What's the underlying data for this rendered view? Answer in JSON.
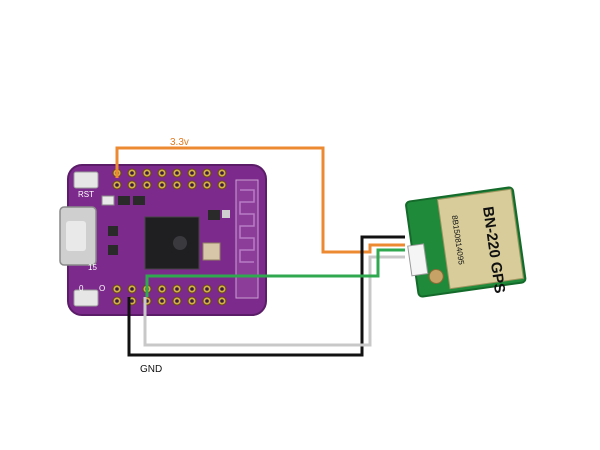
{
  "labels": {
    "vcc": "3.3v",
    "gnd": "GND"
  },
  "board": {
    "rst_label": "RST",
    "pin_label_left": "15",
    "pin_label_mid": "0",
    "pin_label_bottom": "O"
  },
  "gps_module": {
    "name": "BN-220 GPS",
    "serial": "8B150814095"
  },
  "colors": {
    "vcc_wire": "#ec8a32",
    "gnd_wire": "#111111",
    "signal_wire": "#2fa84f",
    "light_wire": "#c8c8c8",
    "board": "#7c2a8c",
    "vcc_label": "#e07a1f"
  }
}
